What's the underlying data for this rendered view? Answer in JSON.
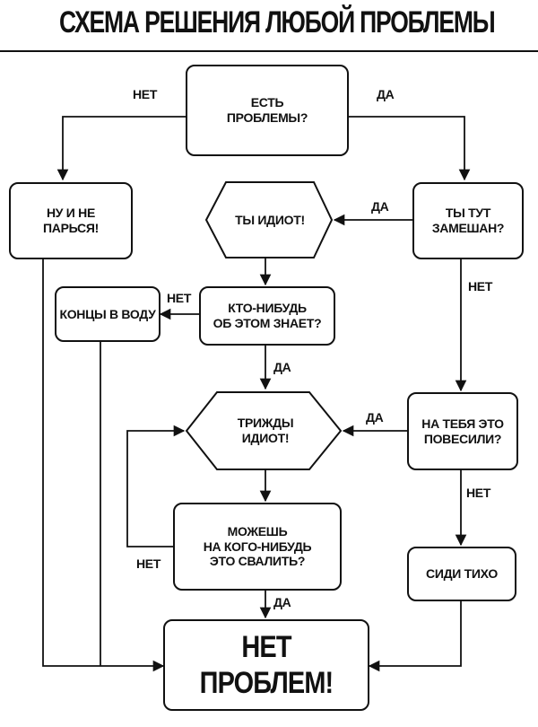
{
  "title": "СХЕМА РЕШЕНИЯ ЛЮБОЙ ПРОБЛЕМЫ",
  "nodes": {
    "has_problems": "ЕСТЬ\nПРОБЛЕМЫ?",
    "dont_worry": "НУ И НЕ\nПАРЬСЯ!",
    "youre_idiot": "ТЫ ИДИОТ!",
    "involved": "ТЫ ТУТ\nЗАМЕШАН?",
    "hide_evidence": "КОНЦЫ В ВОДУ",
    "anyone_knows": "КТО-НИБУДЬ\nОБ ЭТОМ ЗНАЕТ?",
    "triple_idiot": "ТРИЖДЫ\nИДИОТ!",
    "blamed_on_you": "НА ТЕБЯ ЭТО\nПОВЕСИЛИ?",
    "can_blame_someone": "МОЖЕШЬ\nНА КОГО-НИБУДЬ\nЭТО СВАЛИТЬ?",
    "stay_quiet": "СИДИ ТИХО",
    "no_problem": "НЕТ ПРОБЛЕМ!"
  },
  "edge_labels": {
    "has_no": "НЕТ",
    "has_yes": "ДА",
    "involved_yes": "ДА",
    "involved_no": "НЕТ",
    "knows_no": "НЕТ",
    "knows_yes": "ДА",
    "blamed_yes": "ДА",
    "blamed_no": "НЕТ",
    "can_blame_no": "НЕТ",
    "can_blame_yes": "ДА"
  }
}
